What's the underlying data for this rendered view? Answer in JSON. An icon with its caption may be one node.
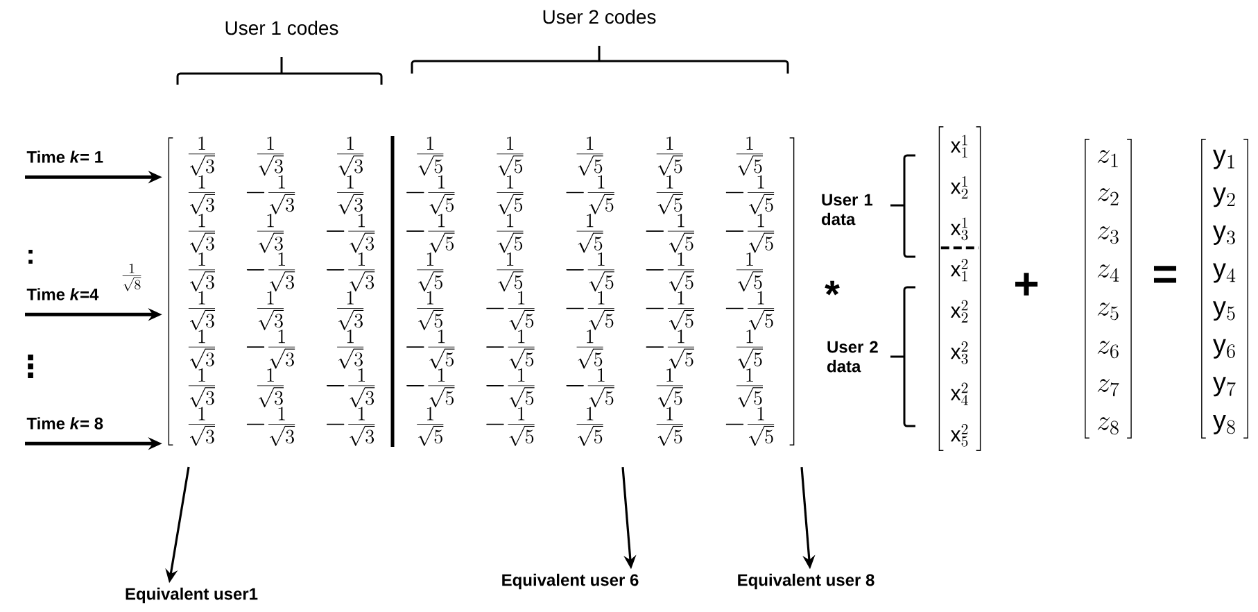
{
  "diagram": {
    "nodes": [
      {
        "text": [
          "Time *k*= 1"
        ]
      },
      {
        "text": [
          "Time *k*=4"
        ]
      },
      {
        "text": [
          "Time *k*= 8"
        ]
      },
      {
        "text": [
          "\\left[\\begin{array}{cccccccc} \\frac{1}{\\sqrt{3}} & \\frac{1}{\\sqrt{3}} & \\frac{1}{\\sqrt{3}} & \\frac{1}{\\sqrt{5}} & \\frac{1}{\\sqrt{5}} & \\frac{1}{\\sqrt{5}} & \\frac{1}{\\sqrt{5}} & \\frac{1}{\\sqrt{5}} \\\\ \\frac{1}{\\sqrt{3}} & -\\frac{1}{\\sqrt{3}} & \\frac{1}{\\sqrt{3}} & -\\frac{1}{\\sqrt{5}} & \\frac{1}{\\sqrt{5}} & -\\frac{1}{\\sqrt{5}} & \\frac{1}{\\sqrt{5}} & -\\frac{1}{\\sqrt{5}} \\\\ \\frac{1}{\\sqrt{3}} & \\frac{1}{\\sqrt{3}} & -\\frac{1}{\\sqrt{3}} & -\\frac{1}{\\sqrt{5}} & \\frac{1}{\\sqrt{5}} & \\frac{1}{\\sqrt{5}} & -\\frac{1}{\\sqrt{5}} & -\\frac{1}{\\sqrt{5}} \\\\ \\frac{1}{\\sqrt{3}} & -\\frac{1}{\\sqrt{3}} & -\\frac{1}{\\sqrt{3}} & \\frac{1}{\\sqrt{5}} & \\frac{1}{\\sqrt{5}} & -\\frac{1}{\\sqrt{5}} & -\\frac{1}{\\sqrt{5}} & \\frac{1}{\\sqrt{5}} \\\\ \\frac{1}{\\sqrt{3}} & \\frac{1}{\\sqrt{3}} & \\frac{1}{\\sqrt{3}} & \\frac{1}{\\sqrt{5}} & -\\frac{1}{\\sqrt{5}} & -\\frac{1}{\\sqrt{5}} & -\\frac{1}{\\sqrt{5}} & -\\frac{1}{\\sqrt{5}} \\\\ \\frac{1}{\\sqrt{3}} & -\\frac{1}{\\sqrt{3}} & \\frac{1}{\\sqrt{3}} & -\\frac{1}{\\sqrt{5}} & -\\frac{1}{\\sqrt{5}} & \\frac{1}{\\sqrt{5}} & -\\frac{1}{\\sqrt{5}} & \\frac{1}{\\sqrt{5}} \\\\ \\frac{1}{\\sqrt{3}} & \\frac{1}{\\sqrt{3}} & -\\frac{1}{\\sqrt{3}} & -\\frac{1}{\\sqrt{5}} & -\\frac{1}{\\sqrt{5}} & -\\frac{1}{\\sqrt{5}} & \\frac{1}{\\sqrt{5}} & \\frac{1}{\\sqrt{5}} \\\\ \\frac{1}{\\sqrt{3}} & -\\frac{1}{\\sqrt{3}} & -\\frac{1}{\\sqrt{3}} & \\frac{1}{\\sqrt{5}} & -\\frac{1}{\\sqrt{5}} & \\frac{1}{\\sqrt{5}} & \\frac{1}{\\sqrt{5}} & -\\frac{1}{\\sqrt{5}} \\end{array}\\right]"
        ]
      },
      {
        "text": [
          "\\left[\\begin{array}{c} \\mathrm{x}_1^1 \\\\ \\mathrm{x}_2^1 \\\\ \\mathrm{x}_3^1 \\\\ \\mathrm{x}_1^2 \\\\ \\mathrm{x}_2^2 \\\\ \\mathrm{x}_3^2 \\\\ \\mathrm{x}_4^2 \\\\ \\mathrm{x}_5^2 \\end{array}\\right]"
        ]
      },
      {
        "text": [
          "\\left[\\begin{array}{c} z_1 \\\\ z_2 \\\\ z_3 \\\\ z_4 \\\\ z_5 \\\\ z_6 \\\\ z_7 \\\\ z_8 \\end{array}\\right]"
        ]
      },
      {
        "text": [
          "\\left[\\begin{array}{c} \\mathrm{y}_1 \\\\ \\mathrm{y}_2 \\\\ \\mathrm{y}_3 \\\\ \\mathrm{y}_4 \\\\ \\mathrm{y}_5 \\\\ \\mathrm{y}_6 \\\\ \\mathrm{y}_7 \\\\ \\mathrm{y}_8 \\end{array}\\right]"
        ]
      },
      {
        "text": [
          "Equivalent user1"
        ]
      },
      {
        "text": [
          "Equivalent user 6"
        ]
      },
      {
        "text": [
          "Equivalent user 8"
        ]
      }
    ],
    "edges": [
      {
        "from": 0,
        "to": 3,
        "arrow": "to"
      },
      {
        "from": 1,
        "to": 3,
        "arrow": "to"
      },
      {
        "from": 2,
        "to": 3,
        "arrow": "to"
      },
      {
        "from": 3,
        "to": 7,
        "arrow": "to"
      },
      {
        "from": 3,
        "to": 8,
        "arrow": "to"
      },
      {
        "from": 3,
        "to": 9,
        "arrow": "to"
      }
    ],
    "labels": [
      "User 1 codes",
      "User 2 codes",
      ":",
      "\\frac{1}{\\sqrt{8}}",
      "⋮",
      "User 1 data",
      "*",
      "User 2 data",
      "+",
      "="
    ]
  }
}
